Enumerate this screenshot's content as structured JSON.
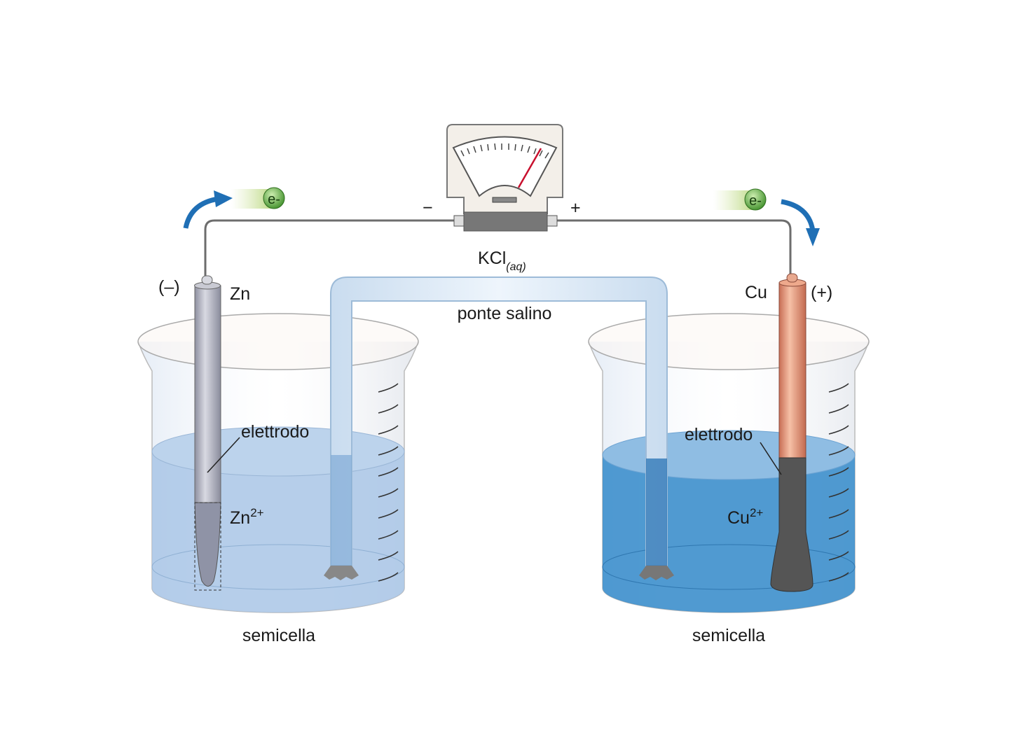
{
  "meter": {
    "minus": "−",
    "plus": "+",
    "needle_fraction": 0.85
  },
  "electrolyte_label": {
    "main": "KCl",
    "subscript": "(aq)"
  },
  "salt_bridge_label": "ponte salino",
  "left_cell": {
    "polarity": "(–)",
    "metal": "Zn",
    "electrode_label": "elettrodo",
    "ion_base": "Zn",
    "ion_charge": "2+",
    "cell_label": "semicella"
  },
  "right_cell": {
    "polarity": "(+)",
    "metal": "Cu",
    "electrode_label": "elettrodo",
    "ion_base": "Cu",
    "ion_charge": "2+",
    "cell_label": "semicella"
  },
  "electron_label": "e-",
  "colors": {
    "wire": "#6d6d6d",
    "arrow": "#1f6fb5",
    "zinc": "#a9abb8",
    "copper": "#e0957a",
    "left_solution": "#a9c6e6",
    "right_solution": "#3d8fcc",
    "electron": "#5aa83c"
  }
}
